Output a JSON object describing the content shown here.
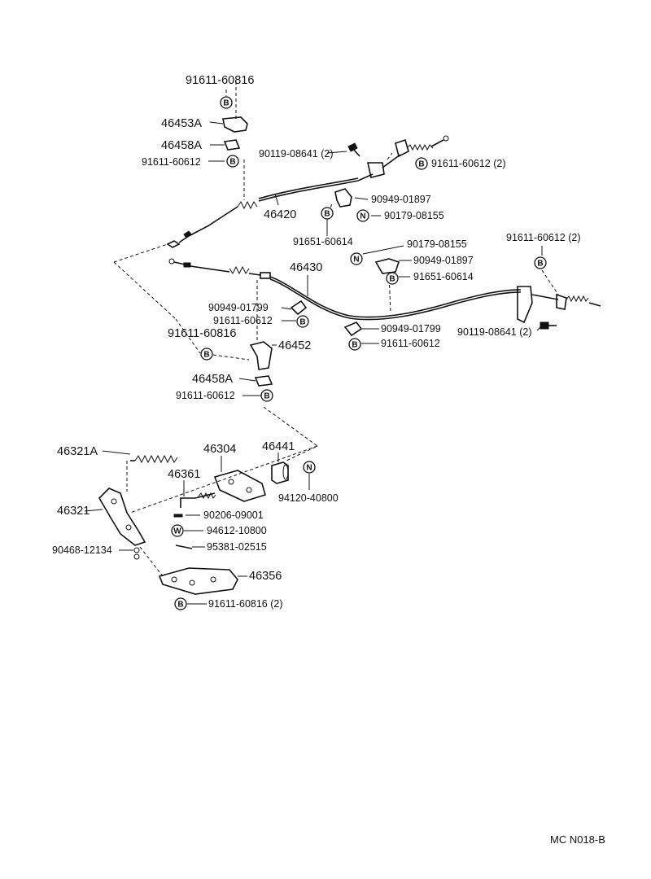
{
  "diagram_code": "MC N018-B",
  "badges": {
    "B": "B",
    "N": "N",
    "W": "W"
  },
  "parts": {
    "p_91611_60816_top": "91611-60816",
    "p_46453A": "46453A",
    "p_46458A_top": "46458A",
    "p_91611_60612_top": "91611-60612",
    "p_90119_08641_top": "90119-08641 (2)",
    "p_91611_60612_2_top": "91611-60612 (2)",
    "p_90949_01897_top": "90949-01897",
    "p_46420": "46420",
    "p_90179_08155_top": "90179-08155",
    "p_91651_60614_top": "91651-60614",
    "p_91611_60612_2_right": "91611-60612 (2)",
    "p_90179_08155_mid": "90179-08155",
    "p_46430": "46430",
    "p_90949_01897_mid": "90949-01897",
    "p_91651_60614_mid": "91651-60614",
    "p_90949_01799_left": "90949-01799",
    "p_91611_60612_left": "91611-60612",
    "p_91611_60816_left": "91611-60816",
    "p_46452": "46452",
    "p_90949_01799_mid": "90949-01799",
    "p_91611_60612_mid": "91611-60612",
    "p_90119_08641_right": "90119-08641 (2)",
    "p_46458A_bottom": "46458A",
    "p_91611_60612_bottom": "91611-60612",
    "p_46321A": "46321A",
    "p_46304": "46304",
    "p_46441": "46441",
    "p_46361": "46361",
    "p_94120_40800": "94120-40800",
    "p_46321": "46321",
    "p_90206_09001": "90206-09001",
    "p_94612_10800": "94612-10800",
    "p_90468_12134": "90468-12134",
    "p_95381_02515": "95381-02515",
    "p_46356": "46356",
    "p_91611_60816_bottom": "91611-60816 (2)"
  }
}
